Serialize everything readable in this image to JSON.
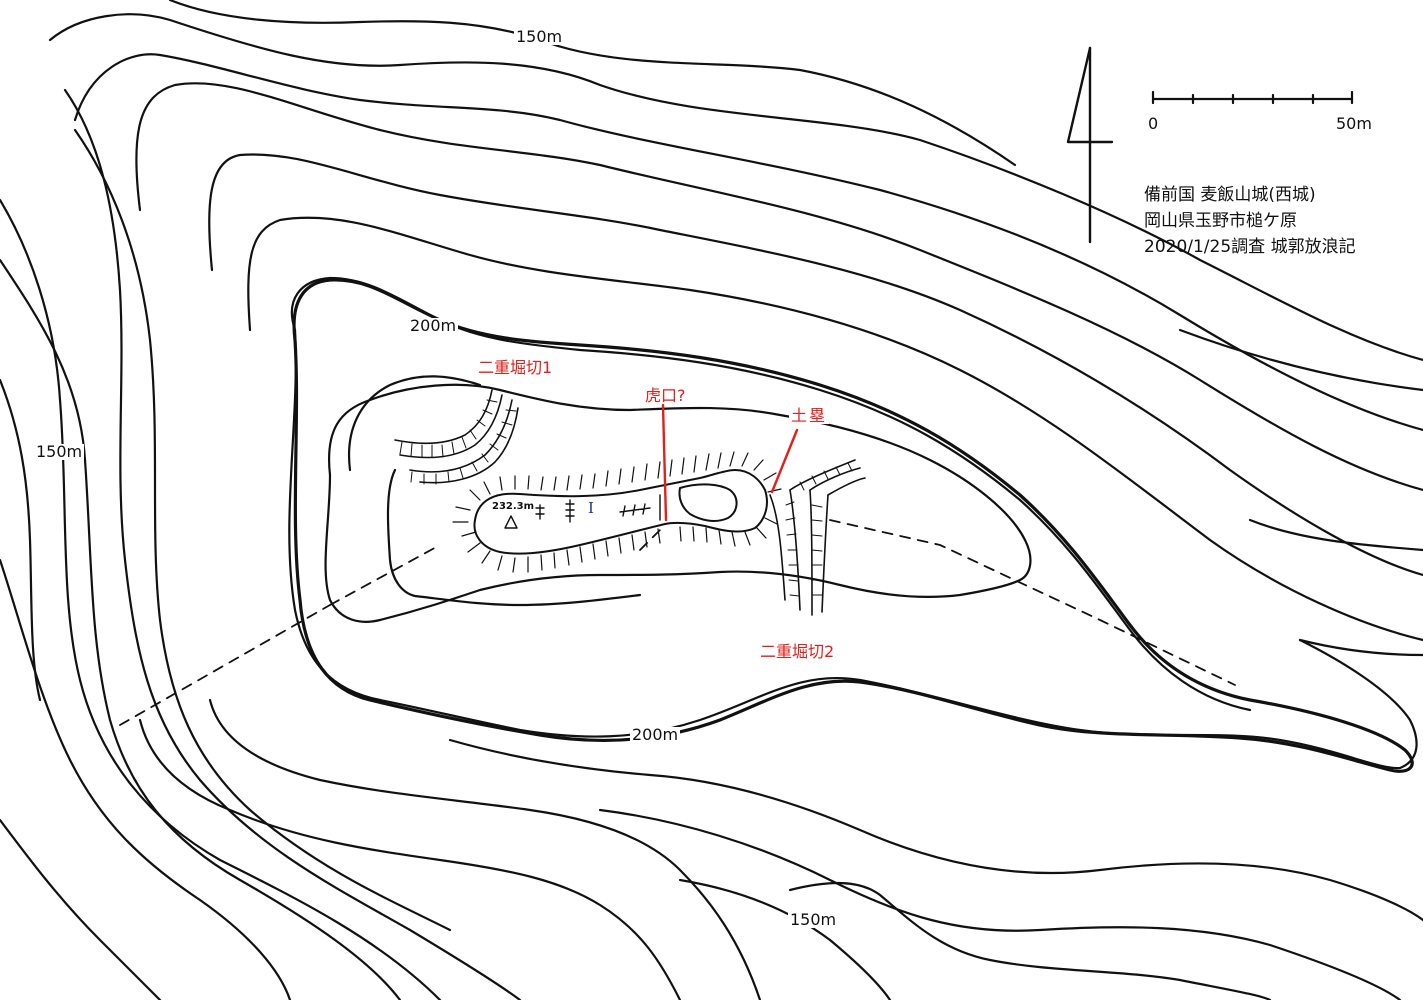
{
  "info": {
    "line1": "備前国 麦飯山城(西城)",
    "line2": "岡山県玉野市槌ケ原",
    "line3": "2020/1/25調査 城郭放浪記"
  },
  "scale": {
    "start": "0",
    "end": "50m"
  },
  "contour_labels": {
    "top_150": "150m",
    "left_150": "150m",
    "bottom_150": "150m",
    "upper_200": "200m",
    "lower_200": "200m"
  },
  "features": {
    "moat1": "二重堀切1",
    "moat2": "二重堀切2",
    "gate": "虎口?",
    "earthwork": "土塁",
    "enclosure": "Ⅰ",
    "summit": "232.3m"
  },
  "colors": {
    "annotation": "#e0201b",
    "ink": "#111111",
    "enclosure_mark": "#1a2fa8"
  },
  "icons": {
    "north_arrow": "north-arrow-icon",
    "summit_marker": "triangle-icon"
  }
}
